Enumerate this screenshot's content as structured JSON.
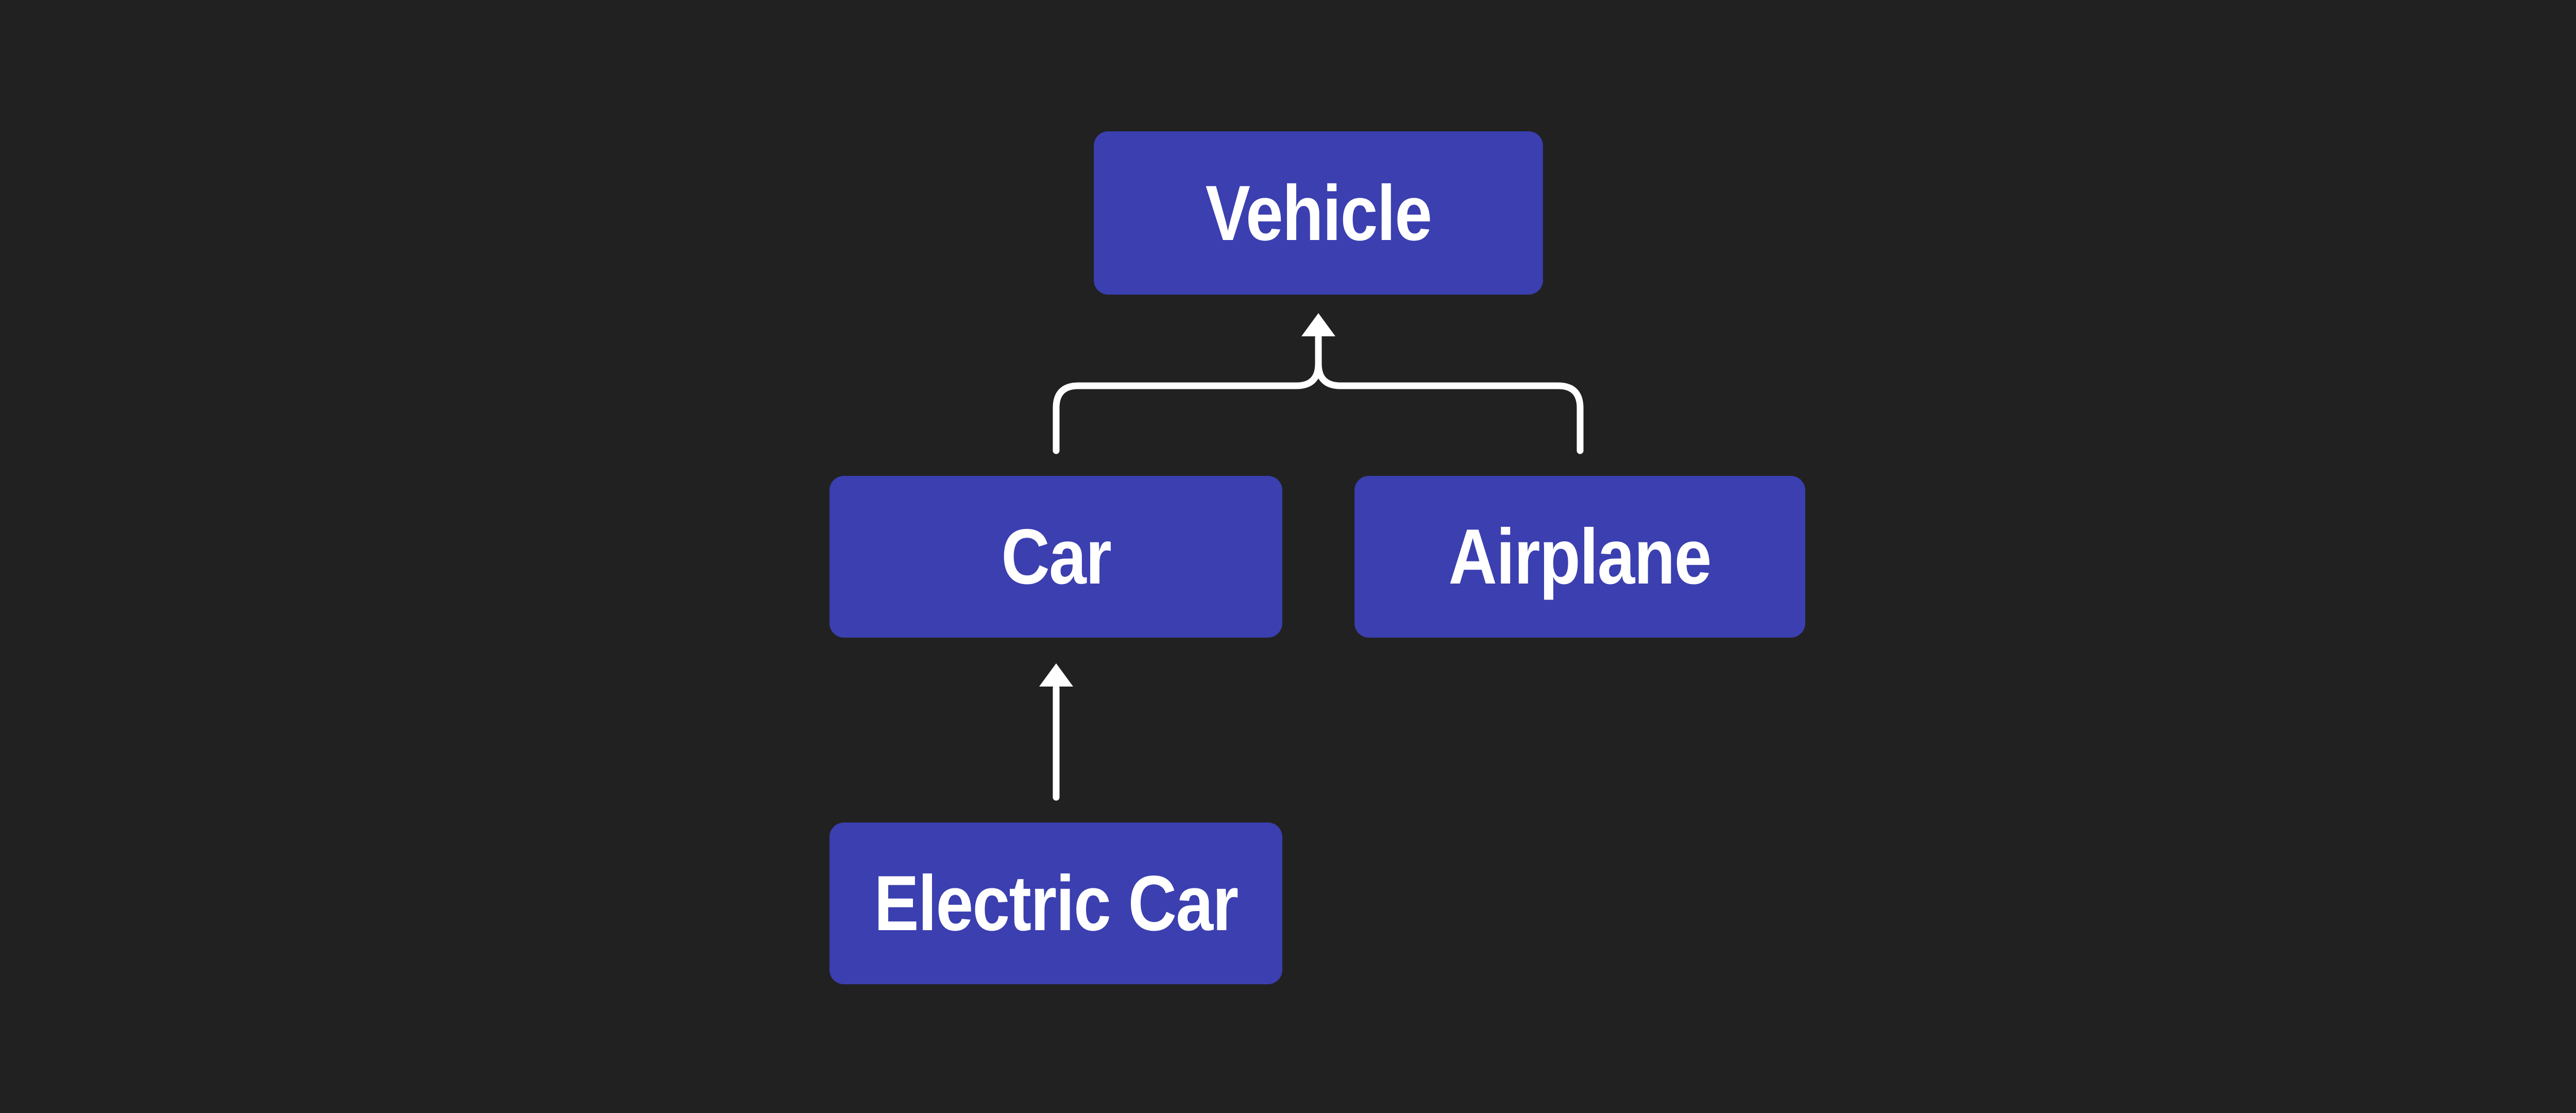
{
  "diagram": {
    "type": "class-hierarchy",
    "colors": {
      "background": "#212121",
      "node_fill": "#3b3fb0",
      "node_text": "#ffffff",
      "edge": "#ffffff"
    },
    "nodes": [
      {
        "id": "vehicle",
        "label": "Vehicle"
      },
      {
        "id": "car",
        "label": "Car"
      },
      {
        "id": "airplane",
        "label": "Airplane"
      },
      {
        "id": "electric_car",
        "label": "Electric Car"
      }
    ],
    "edges": [
      {
        "from": "Car",
        "to": "Vehicle",
        "relation": "inherits",
        "arrow": "up"
      },
      {
        "from": "Airplane",
        "to": "Vehicle",
        "relation": "inherits",
        "arrow": "up"
      },
      {
        "from": "Electric Car",
        "to": "Car",
        "relation": "inherits",
        "arrow": "up"
      }
    ]
  }
}
